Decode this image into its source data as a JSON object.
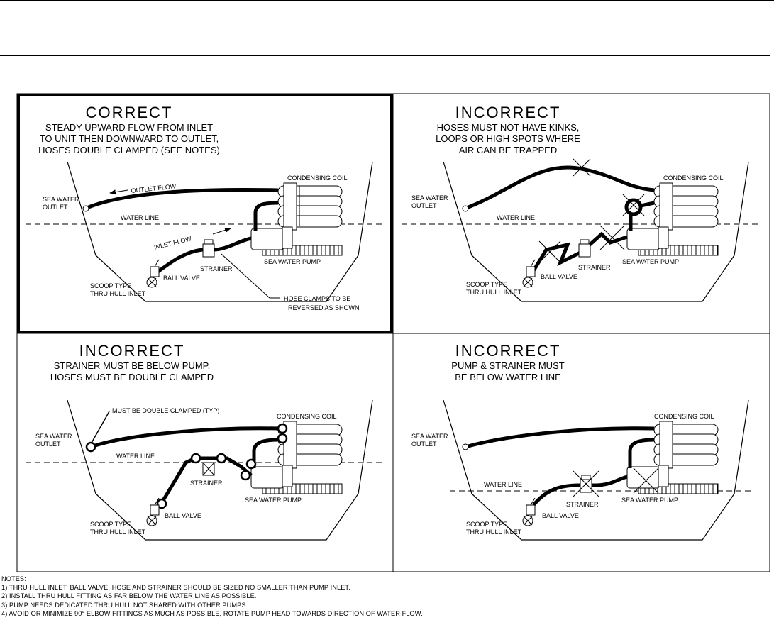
{
  "panels": [
    {
      "title": "CORRECT",
      "desc": [
        "STEADY UPWARD FLOW FROM INLET",
        "TO UNIT THEN DOWNWARD TO OUTLET,",
        "HOSES DOUBLE CLAMPED (SEE NOTES)"
      ],
      "labels": {
        "condensing_coil": "CONDENSING COIL",
        "sea_water_outlet_1": "SEA WATER",
        "sea_water_outlet_2": "OUTLET",
        "water_line": "WATER LINE",
        "outlet_flow": "OUTLET FLOW",
        "inlet_flow": "INLET FLOW",
        "strainer": "STRAINER",
        "sea_water_pump": "SEA WATER PUMP",
        "ball_valve": "BALL VALVE",
        "scoop_type": "SCOOP TYPE",
        "thru_hull_inlet": "THRU HULL INLET",
        "hose_clamps_1": "HOSE CLAMPS TO BE",
        "hose_clamps_2": "REVERSED AS SHOWN"
      }
    },
    {
      "title": "INCORRECT",
      "desc": [
        "HOSES MUST NOT HAVE KINKS,",
        "LOOPS OR HIGH SPOTS WHERE",
        "AIR CAN BE TRAPPED"
      ],
      "labels": {
        "condensing_coil": "CONDENSING COIL",
        "sea_water_outlet_1": "SEA WATER",
        "sea_water_outlet_2": "OUTLET",
        "water_line": "WATER LINE",
        "strainer": "STRAINER",
        "sea_water_pump": "SEA WATER PUMP",
        "ball_valve": "BALL VALVE",
        "scoop_type": "SCOOP TYPE",
        "thru_hull_inlet": "THRU HULL INLET"
      }
    },
    {
      "title": "INCORRECT",
      "desc": [
        "STRAINER MUST BE BELOW PUMP,",
        "HOSES MUST BE DOUBLE CLAMPED"
      ],
      "labels": {
        "double_clamped": "MUST BE DOUBLE CLAMPED (TYP)",
        "condensing_coil": "CONDENSING COIL",
        "sea_water_outlet_1": "SEA WATER",
        "sea_water_outlet_2": "OUTLET",
        "water_line": "WATER LINE",
        "strainer": "STRAINER",
        "sea_water_pump": "SEA WATER PUMP",
        "ball_valve": "BALL VALVE",
        "scoop_type": "SCOOP TYPE",
        "thru_hull_inlet": "THRU HULL INLET"
      }
    },
    {
      "title": "INCORRECT",
      "desc": [
        "PUMP & STRAINER MUST",
        "BE BELOW WATER LINE"
      ],
      "labels": {
        "condensing_coil": "CONDENSING COIL",
        "sea_water_outlet_1": "SEA WATER",
        "sea_water_outlet_2": "OUTLET",
        "water_line": "WATER LINE",
        "strainer": "STRAINER",
        "sea_water_pump": "SEA WATER PUMP",
        "ball_valve": "BALL VALVE",
        "scoop_type": "SCOOP TYPE",
        "thru_hull_inlet": "THRU HULL INLET"
      }
    }
  ],
  "notes": {
    "heading": "NOTES:",
    "items": [
      "1) THRU HULL INLET, BALL VALVE, HOSE AND STRAINER SHOULD BE SIZED NO SMALLER THAN PUMP INLET.",
      "2) INSTALL THRU HULL FITTING AS FAR BELOW THE WATER LINE AS POSSIBLE.",
      "3) PUMP NEEDS DEDICATED THRU HULL NOT SHARED WITH OTHER PUMPS.",
      "4) AVOID OR MINIMIZE 90° ELBOW FITTINGS AS MUCH AS POSSIBLE, ROTATE PUMP HEAD TOWARDS DIRECTION OF WATER FLOW."
    ]
  }
}
